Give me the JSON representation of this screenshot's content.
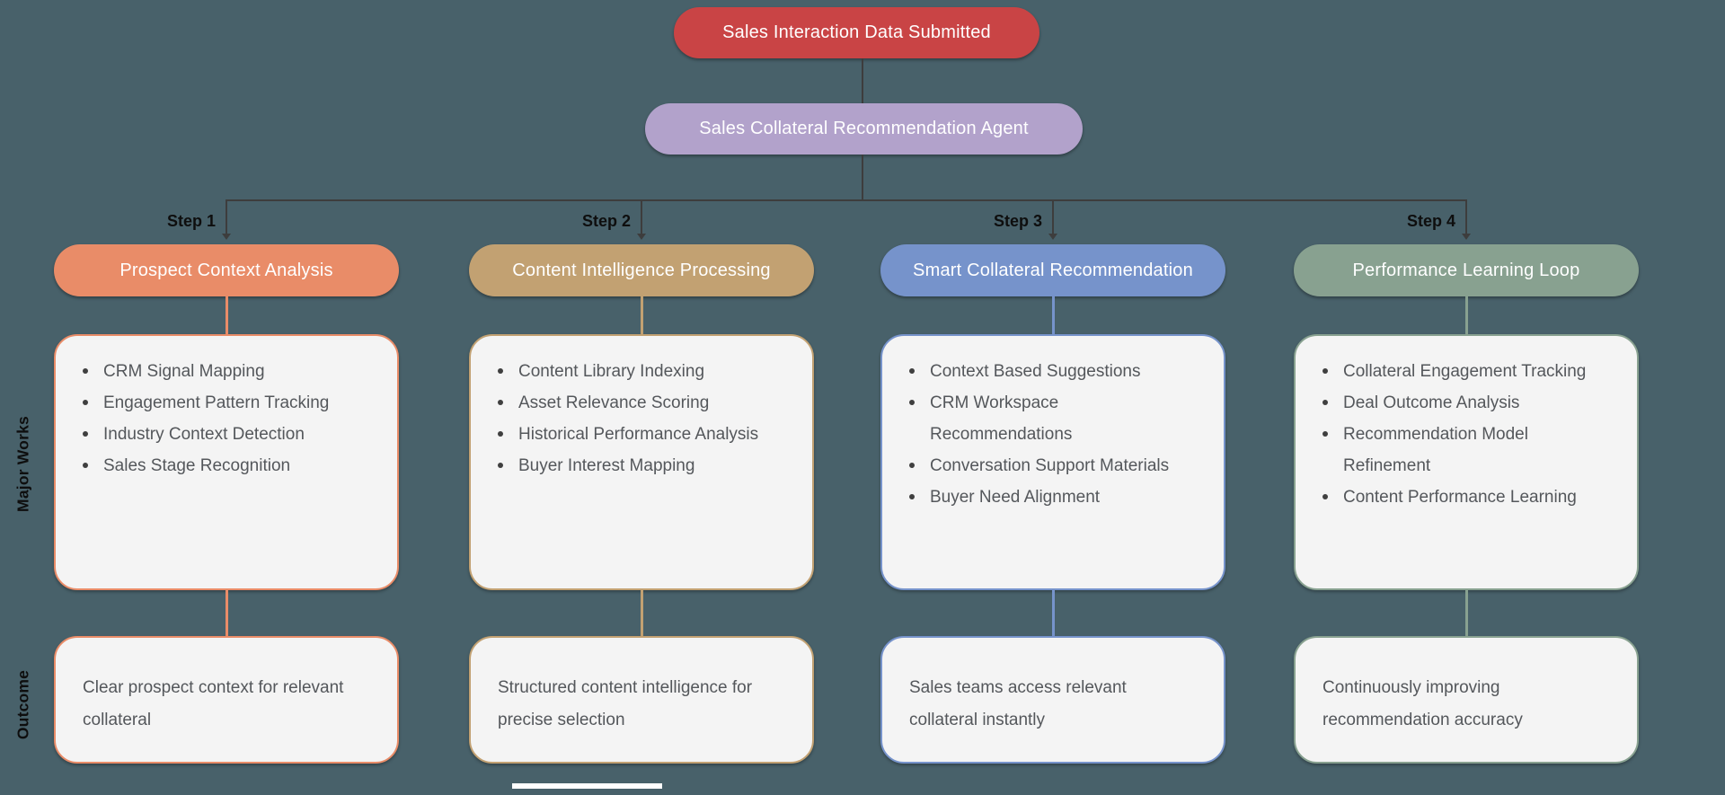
{
  "palette": {
    "background": "#48616a",
    "connector_line": "#3d3d3d",
    "card_fill": "#f4f4f4",
    "card_text": "#54575b",
    "label_text": "#0e0e0e",
    "node_text": "#ffffff"
  },
  "flow": {
    "input_node": {
      "label": "Sales Interaction Data Submitted",
      "color": "#c94445"
    },
    "agent_node": {
      "label": "Sales Collateral Recommendation Agent",
      "color": "#b2a2cb"
    }
  },
  "row_labels": {
    "major_works": "Major Works",
    "outcome": "Outcome"
  },
  "steps": [
    {
      "step_label": "Step 1",
      "title": "Prospect Context Analysis",
      "color": "#e98c68",
      "major_works": [
        "CRM Signal Mapping",
        "Engagement Pattern Tracking",
        "Industry Context Detection",
        "Sales Stage Recognition"
      ],
      "outcome": "Clear prospect context for relevant collateral"
    },
    {
      "step_label": "Step 2",
      "title": "Content Intelligence Processing",
      "color": "#c2a172",
      "major_works": [
        "Content Library Indexing",
        "Asset Relevance Scoring",
        "Historical Performance Analysis",
        "Buyer Interest Mapping"
      ],
      "outcome": "Structured content intelligence for precise selection"
    },
    {
      "step_label": "Step 3",
      "title": "Smart Collateral Recommendation",
      "color": "#7693cb",
      "major_works": [
        "Context Based Suggestions",
        "CRM Workspace Recommendations",
        "Conversation Support Materials",
        "Buyer Need Alignment"
      ],
      "outcome": "Sales teams access relevant collateral instantly"
    },
    {
      "step_label": "Step 4",
      "title": "Performance Learning Loop",
      "color": "#88a190",
      "major_works": [
        "Collateral Engagement Tracking",
        "Deal Outcome Analysis",
        "Recommendation Model Refinement",
        "Content Performance Learning"
      ],
      "outcome": "Continuously improving recommendation accuracy"
    }
  ]
}
